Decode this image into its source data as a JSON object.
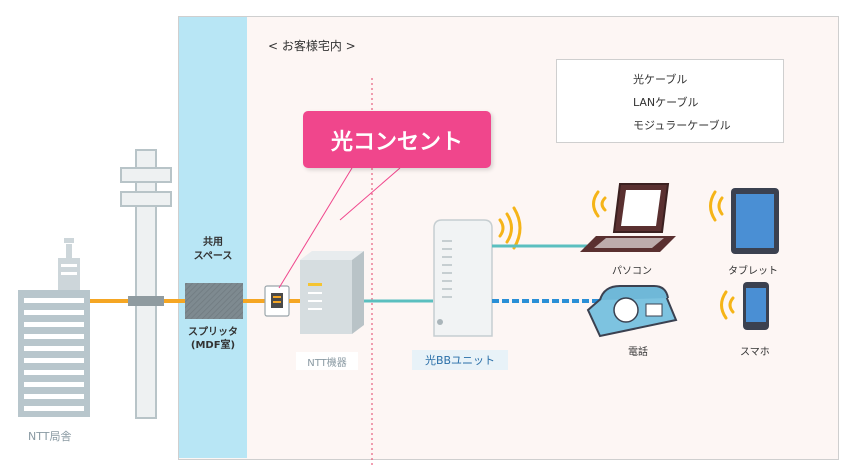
{
  "house": {
    "title": "< お客様宅内 >"
  },
  "callout": {
    "label": "光コンセント"
  },
  "legend": [
    {
      "label": "光ケーブル",
      "color": "#f5a623",
      "style": "solid"
    },
    {
      "label": "LANケーブル",
      "color": "#5bbfbf",
      "style": "solid"
    },
    {
      "label": "モジュラーケーブル",
      "color": "#2a8fd6",
      "style": "dashed"
    }
  ],
  "labels": {
    "station": "NTT局舎",
    "shared_space": "共用\nスペース",
    "splitter": "スプリッタ\n(MDF室)",
    "ntt_device": "NTT機器",
    "bb_unit": "光BBユニット",
    "pc": "パソコン",
    "tablet": "タブレット",
    "phone": "電話",
    "smartphone": "スマホ"
  },
  "colors": {
    "house_bg": "#fdf6f4",
    "shared_space_bg": "#b8e6f5",
    "callout_bg": "#f0468c",
    "fiber": "#f5a623",
    "lan": "#5bbfbf",
    "modular": "#2a8fd6",
    "wifi": "#f5b418"
  }
}
